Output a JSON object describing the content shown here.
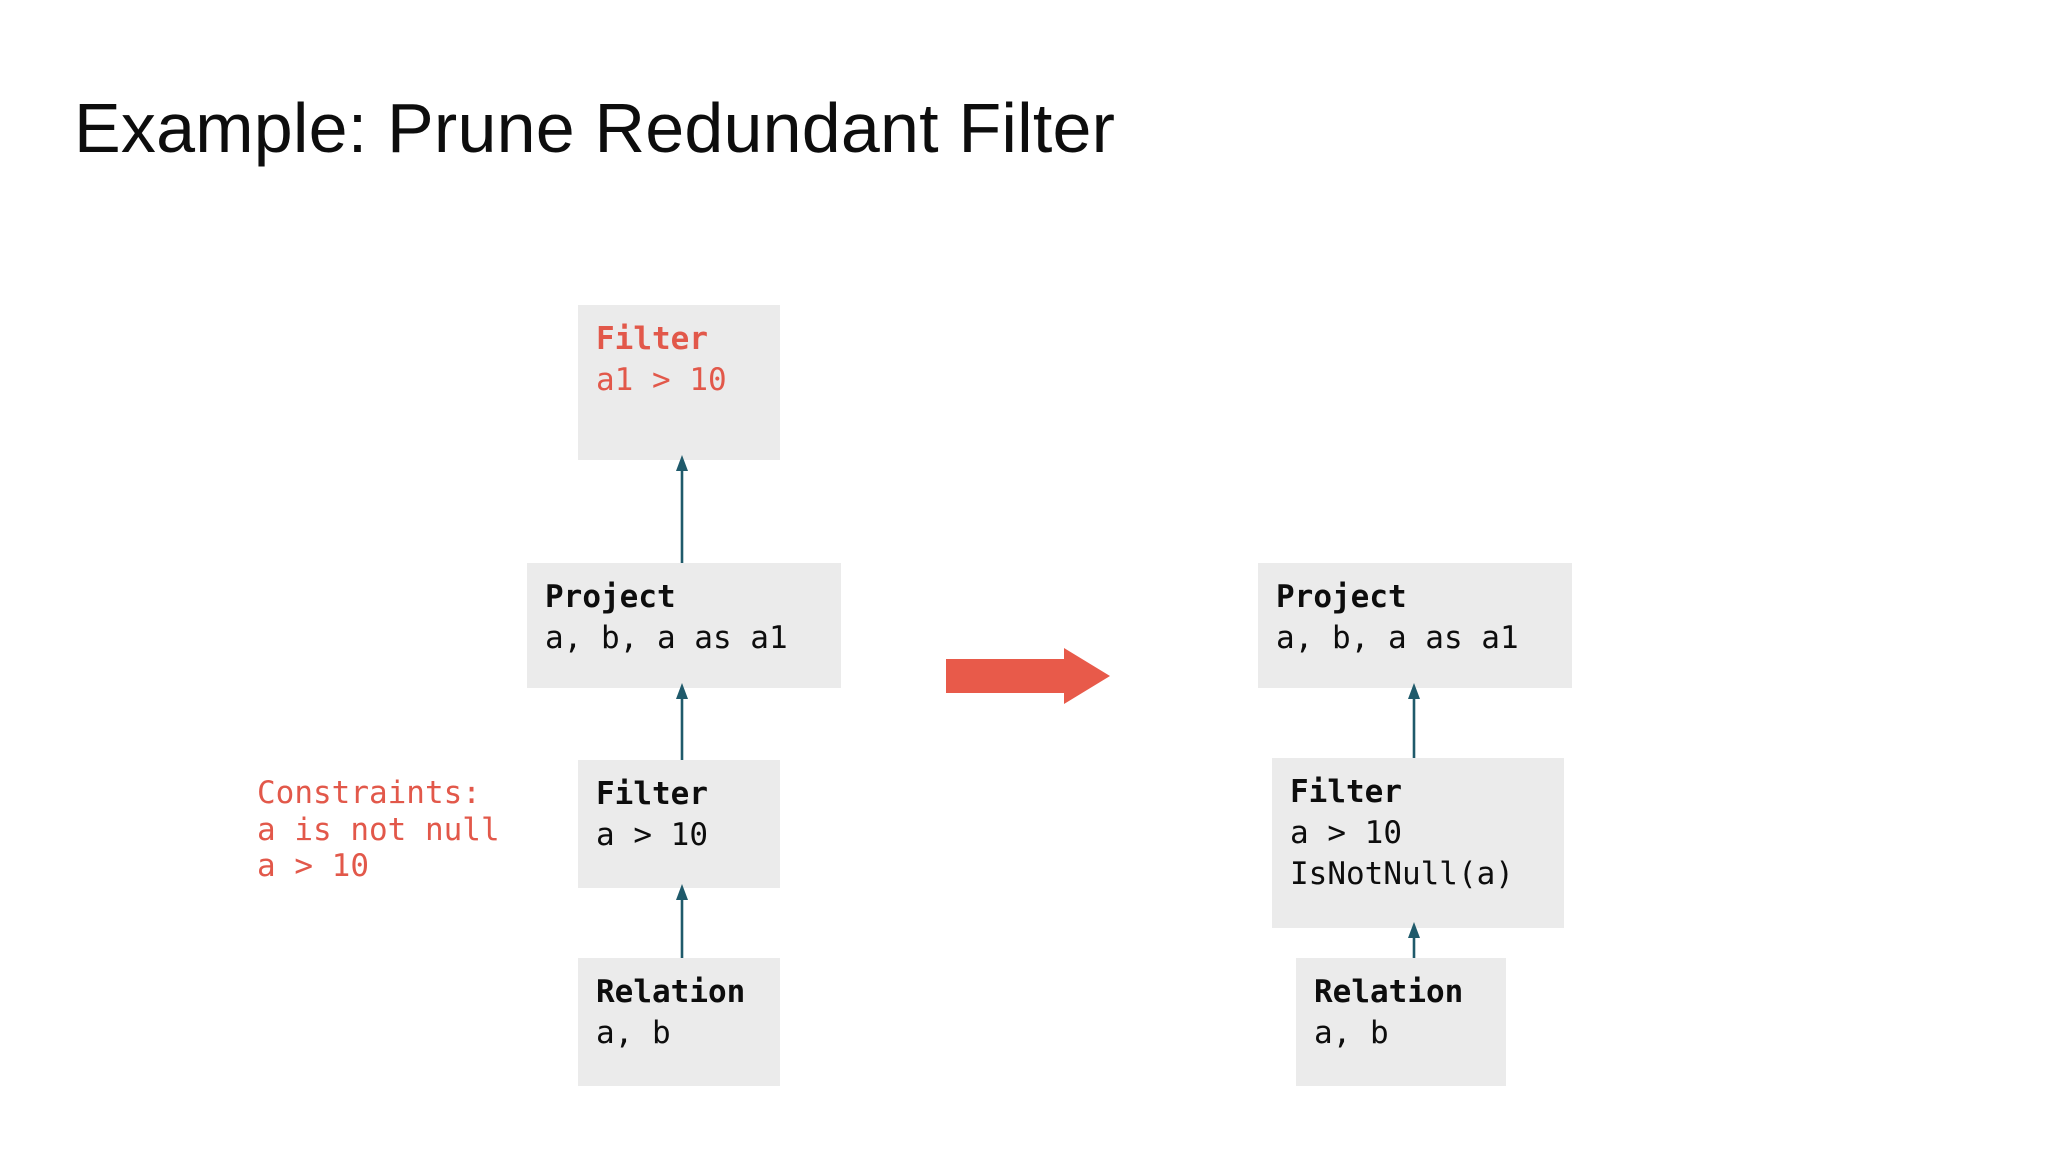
{
  "slide": {
    "title": "Example: Prune Redundant Filter",
    "background_color": "#ffffff"
  },
  "palette": {
    "node_background": "#ebebeb",
    "text_color": "#0d0d0d",
    "highlight_red": "#e2584a",
    "connector_teal": "#1f5a6b",
    "transform_arrow_red": "#e85a4a"
  },
  "left_plan": {
    "label": "before-plan",
    "nodes": [
      {
        "name": "filter-top",
        "operator": "Filter",
        "argument": "a1 > 10",
        "highlighted": true
      },
      {
        "name": "project",
        "operator": "Project",
        "argument": "a, b, a as a1",
        "highlighted": false
      },
      {
        "name": "filter-bottom",
        "operator": "Filter",
        "argument": "a > 10",
        "highlighted": false
      },
      {
        "name": "relation",
        "operator": "Relation",
        "argument": "a, b",
        "highlighted": false
      }
    ]
  },
  "constraints": {
    "heading": "Constraints:",
    "lines": [
      "a is not null",
      "a > 10"
    ]
  },
  "transform_arrow": {
    "direction": "right",
    "color": "#e85a4a"
  },
  "right_plan": {
    "label": "after-plan",
    "nodes": [
      {
        "name": "project",
        "operator": "Project",
        "argument": "a, b, a as a1",
        "highlighted": false
      },
      {
        "name": "filter",
        "operator": "Filter",
        "argument_line_1": "a > 10",
        "argument_line_2": "IsNotNull(a)",
        "highlighted": false
      },
      {
        "name": "relation",
        "operator": "Relation",
        "argument": "a, b",
        "highlighted": false
      }
    ]
  }
}
